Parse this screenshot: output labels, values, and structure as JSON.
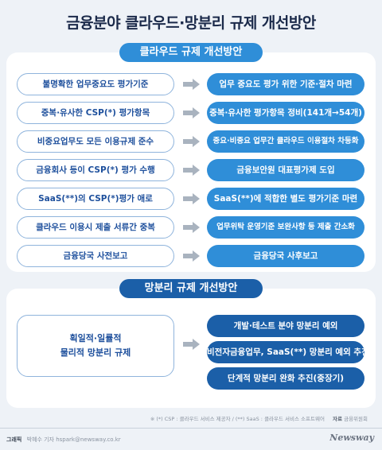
{
  "title": "금융분야 클라우드·망분리 규제 개선방안",
  "section1": {
    "heading": "클라우드 규제 개선방안",
    "rows": [
      {
        "before": "불명확한 업무중요도 평가기준",
        "after": "업무 중요도 평가 위한 기준·절차 마련"
      },
      {
        "before": "중복·유사한 CSP(*) 평가항목",
        "after": "중복·유사한 평가항목 정비(141개→54개)"
      },
      {
        "before": "비중요업무도 모든 이용규제 준수",
        "after": "중요·비중요 업무간 클라우드 이용절차 차등화"
      },
      {
        "before": "금융회사 등이 CSP(*) 평가 수행",
        "after": "금융보안원 대표평가제 도입"
      },
      {
        "before": "SaaS(**)의 CSP(*)평가 애로",
        "after": "SaaS(**)에 적합한 별도 평가기준 마련"
      },
      {
        "before": "클라우드 이용시 제출 서류간 중복",
        "after": "업무위탁 운영기준 보완사항 등 제출 간소화"
      },
      {
        "before": "금융당국 사전보고",
        "after": "금융당국 사후보고"
      }
    ]
  },
  "section2": {
    "heading": "망분리 규제 개선방안",
    "before_line1": "획일적·일률적",
    "before_line2": "물리적 망분리 규제",
    "after": [
      "개발·테스트 분야 망분리 예외",
      "비전자금융업무, SaaS(**) 망분리 예외 추진",
      "단계적 망분리 완화 추진(중장기)"
    ]
  },
  "footnote": {
    "text": "※ (*) CSP : 클라우드 서비스 제공자 / (**) SaaS : 클라우드 서비스 소프트웨어",
    "source_label": "자료",
    "source": "금융위원회"
  },
  "credit": {
    "label": "그래픽",
    "text": "박혜수 기자 hspark@newsway.co.kr"
  },
  "logo": "Newsway",
  "colors": {
    "primary_blue": "#2f8ed8",
    "dark_blue": "#1b5fa8",
    "text_navy": "#1d4f9c",
    "background": "#eef2f7"
  }
}
